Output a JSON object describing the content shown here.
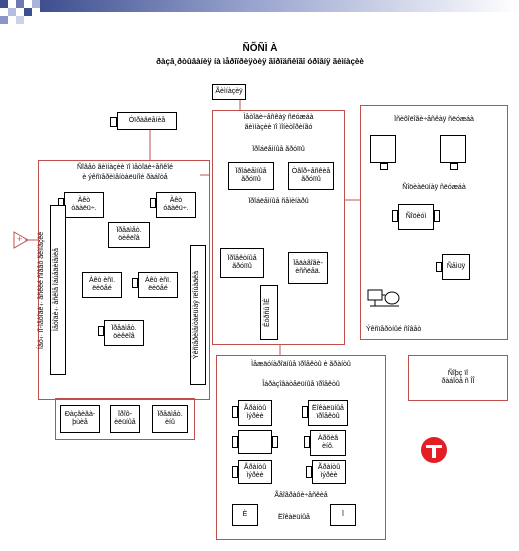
{
  "header": {
    "title": "ÑÕÑÌ À",
    "subtitle": "ðàçâ¸ðòûâàíèÿ íà ìåðîïðèÿòèÿ ãîðîäñêîãî óðîâíÿ ãèìíàçèè"
  },
  "top_node": "Ãèìíàçèÿ",
  "left_node": "Óïðàâëåíèå",
  "left_group": {
    "title_line1": "Ñîâåò ãèìíàçèè ïî ìåòîäè÷åñêîé",
    "title_line2": "è ýêñïåðèìåíòàëüíîé ðàáîòå",
    "box_tl": "Àêò\nóäàëü÷.",
    "box_tr": "Àêò\nóäàëü÷.",
    "box_mid": "Ïðåäìåò.\nöèêëîâ",
    "box_ml": "Àêò èñï.\nëèöåé",
    "box_mr": "Àêò èñï.\nëèöåé",
    "box_bot": "Ïðåäìåò.\nöèêëîâ",
    "vert_left": "Íàó÷íî-ìåòîäè÷åñêèé ñîâåò ãèìíàçèè",
    "vert_left2": "Ìåòîäè÷åñêîå îáúåäèíåíèå",
    "vert_right": "Ýêñïåðèìåíòàëüíàÿ ïëîùàäêà",
    "foot1": "Ðàçâèâà-\nþùèå",
    "foot2": "Ïðîô-\nèëüíûå",
    "foot3": "Ïðåäìåò.\nèíû"
  },
  "center_group": {
    "title_line1": "Ìåòîäè÷åñêàÿ ñëóæáà",
    "title_line2": "ãèìíàçèè ïî ìîíèòîðèíãó",
    "caption": "Ïðîáëåìíûå ãðóïïû",
    "box_l": "Ïðîáëåìíûå\nãðóïïû",
    "box_r": "Òâîð÷åñêèå\nãðóïïû",
    "caption2": "Ïðîáëåìíûå ñåìèíàðû",
    "box_bl": "Ïðîåêòíûå\nãðóïïû",
    "box_br": "Ïåäàãîãè-\nèññëåä.",
    "vert_center": "Êóðñû ÏÊ"
  },
  "right_group": {
    "title": "Ïñèõîëîãè÷åñêàÿ ñëóæáà",
    "caption": "Ñîöèàëüíàÿ ñëóæáà",
    "box_mid": "Ñîöèóì",
    "box_small": "Ñåìüÿ",
    "caption_bottom": "Ýêñïåðòíûé ñîâåò"
  },
  "bottom_group": {
    "title_line1": "Ìåæäóíàðîäíûå ïðîåêòû è ãðàíòû",
    "title_line2": "Îáðàçîâàòåëüíûå ïðîåêòû",
    "box1": "Ãðàíòû\nìýðèè",
    "box2": "Ëîêàëüíûå\nïðîåêòû",
    "box3": "",
    "box4": "Àðõèâ\nèíô.",
    "box5": "Ãðàíòû\nìýðèè",
    "box6": "Ãðàíòû\nìýðèè",
    "caption": "Ãåîãðàôè÷åñêèå",
    "small1": "È",
    "small2": "Ï",
    "caption2": "Ëîêàëüíûå"
  },
  "right_note": "Ñîþç ïî\nðàáîòå ñ ÎÎ",
  "colors": {
    "frame": "#c0504d",
    "logo": "#e31e24",
    "text": "#000000"
  }
}
